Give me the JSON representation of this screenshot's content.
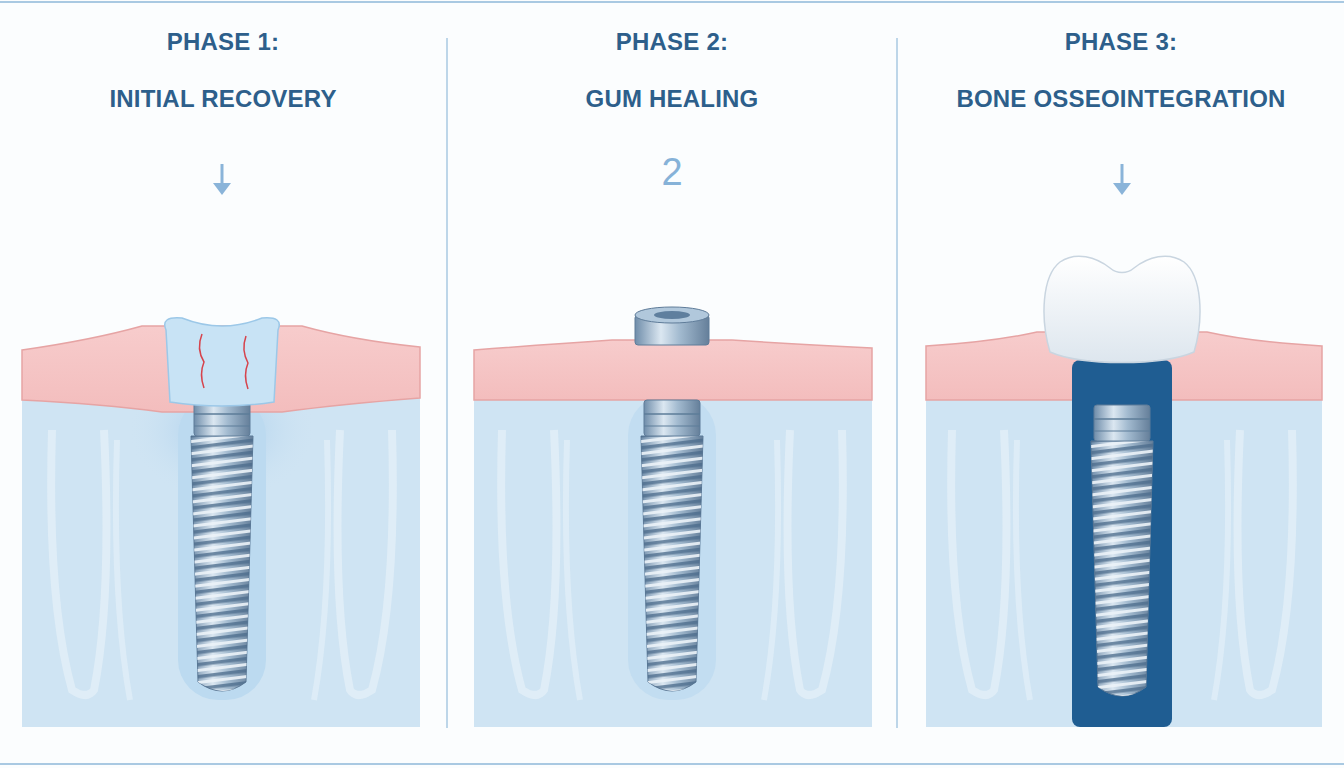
{
  "diagram": {
    "nodes": [
      {
        "text": [
          "PHASE 1:",
          "INITIAL RECOVERY"
        ]
      },
      {
        "text": [
          "PHASE 2:",
          "GUM HEALING"
        ]
      },
      {
        "text": [
          "PHASE 3:",
          "BONE OSSEOINTEGRATION"
        ]
      }
    ],
    "labels": [
      "2"
    ]
  }
}
